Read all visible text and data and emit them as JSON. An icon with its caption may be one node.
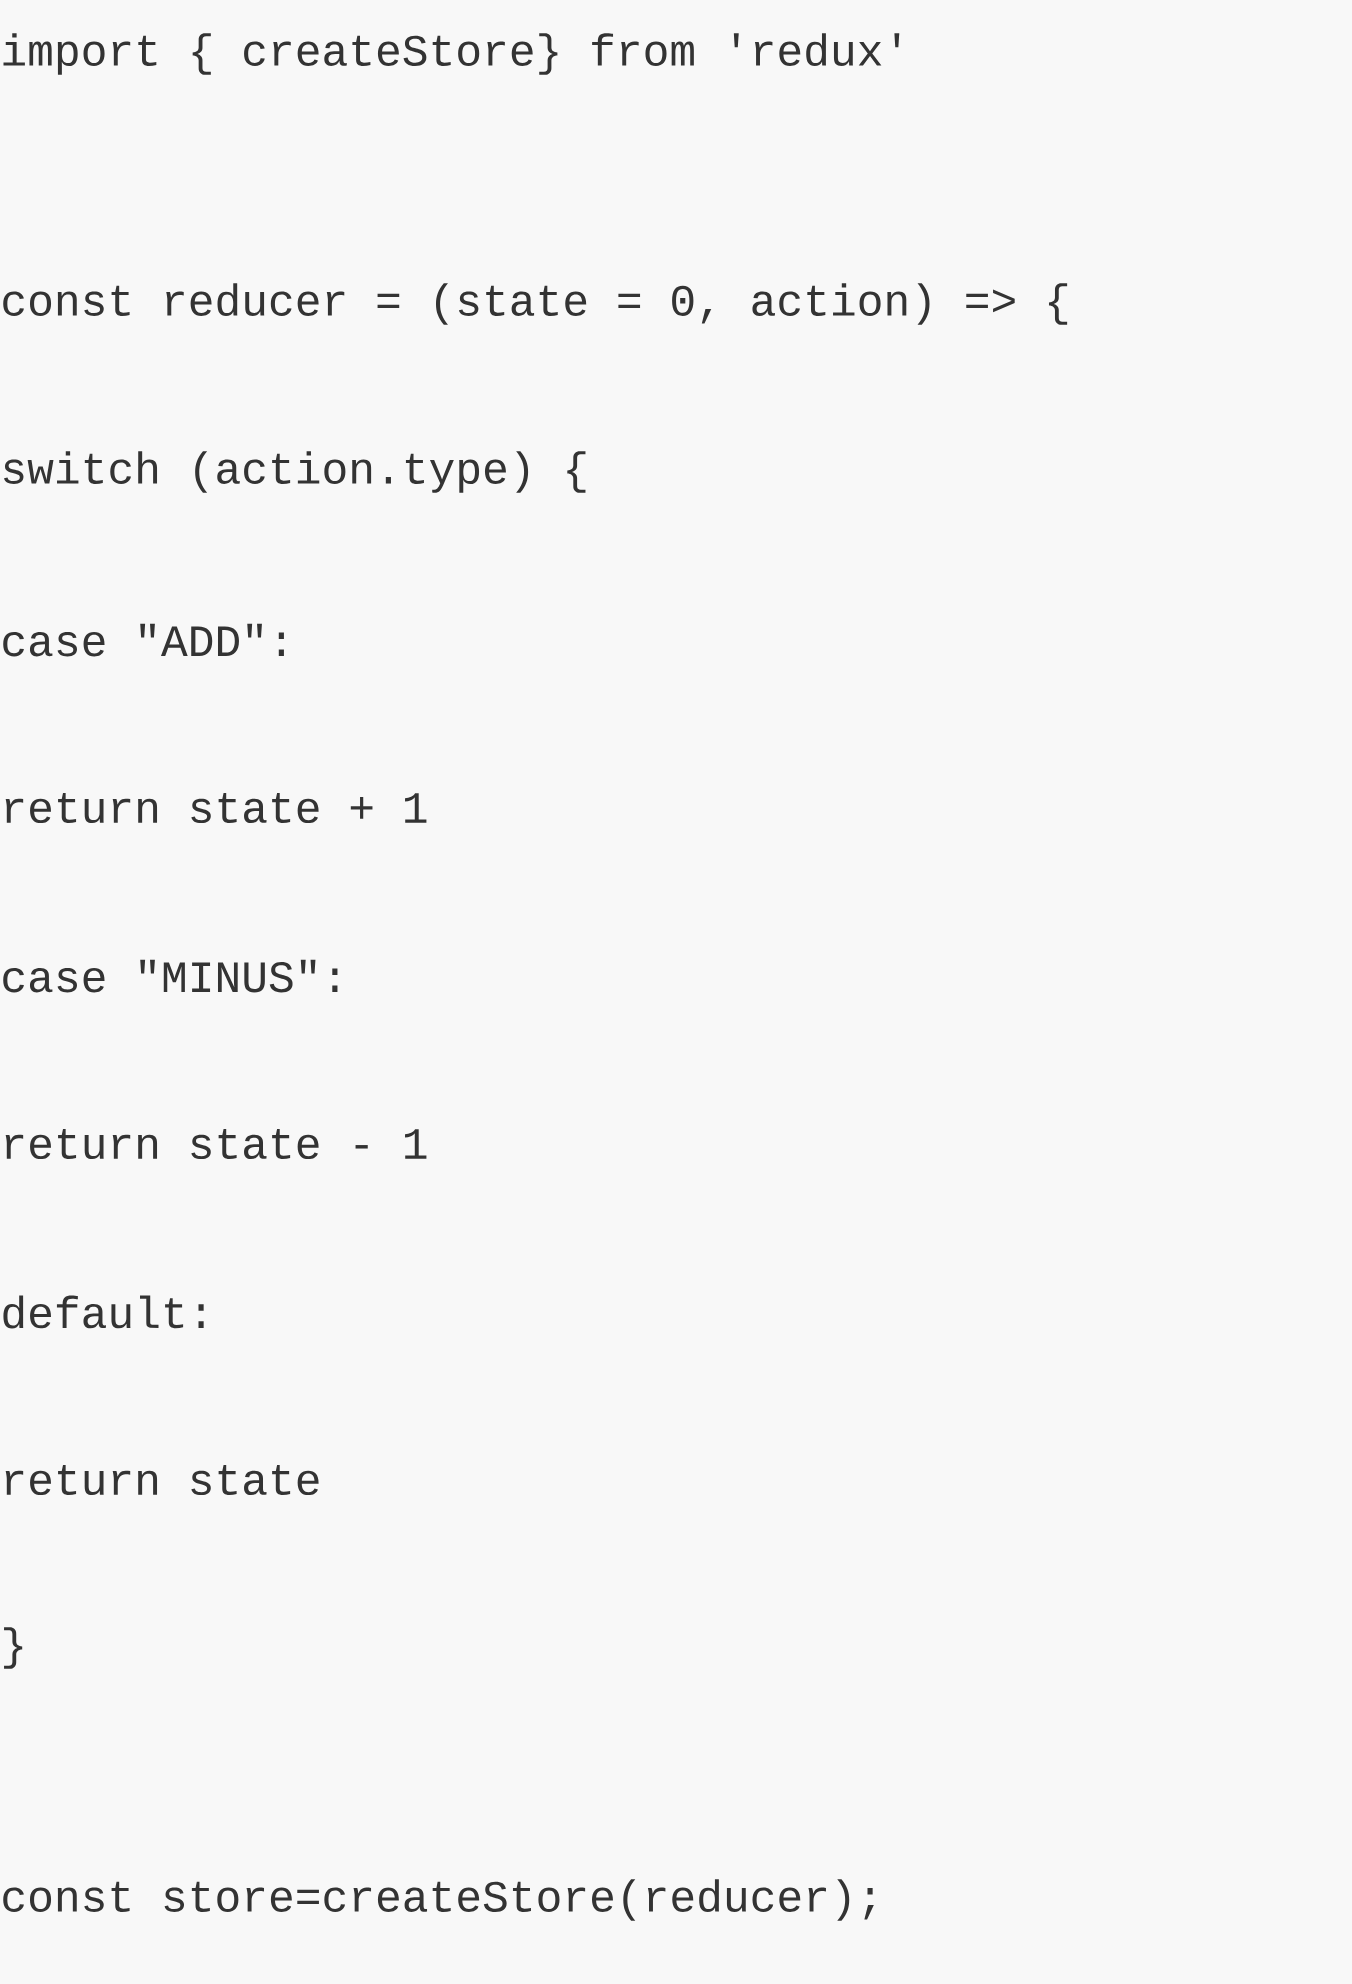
{
  "diagram": {
    "labels": [
      "import { createStore} from 'redux'",
      "const reducer = (state = 0, action) => {",
      "switch (action.type) {",
      "case \"ADD\":",
      "return state + 1",
      "case \"MINUS\":",
      "return state - 1",
      "default:",
      "return state",
      "}",
      "const store=createStore(reducer);"
    ]
  }
}
